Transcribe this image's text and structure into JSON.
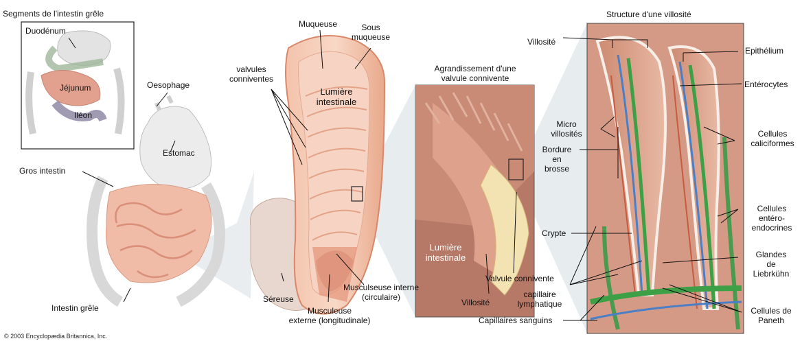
{
  "copyright": "© 2003 Encyclopædia Britannica, Inc.",
  "segments_panel": {
    "title": "Segments de l'intestin grêle",
    "duodenum": "Duodénum",
    "jejunum": "Jéjunum",
    "ileon": "Iléon"
  },
  "digestive": {
    "oesophage": "Oesophage",
    "estomac": "Estomac",
    "gros_intestin": "Gros intestin",
    "intestin_grele": "Intestin grêle"
  },
  "section": {
    "muqueuse": "Muqueuse",
    "sous_muqueuse_1": "Sous",
    "sous_muqueuse_2": "muqueuse",
    "valvules_1": "valvules",
    "valvules_2": "conniventes",
    "lumiere_1": "Lumière",
    "lumiere_2": "intestinale",
    "sereuse": "Séreuse",
    "musc_ext_1": "Musculeuse",
    "musc_ext_2": "externe (longitudinale)",
    "musc_int_1": "Musculseuse interne",
    "musc_int_2": "(circulaire)"
  },
  "valve_panel": {
    "title_1": "Agrandissement d'une",
    "title_2": "valvule connivente",
    "lumiere_1": "Lumière",
    "lumiere_2": "intestinale",
    "villosite": "Villosité",
    "valvule": "Valvule connivente"
  },
  "villus_panel": {
    "title": "Structure d'une villosité",
    "villosite": "Villosité",
    "micro_1": "Micro",
    "micro_2": "villosités",
    "bordure_1": "Bordure",
    "bordure_2": "en",
    "bordure_3": "brosse",
    "crypte": "Crypte",
    "capillaire_1": "capillaire",
    "capillaire_2": "lymphatique",
    "capillaires_sanguins": "Capillaires sanguins",
    "epithelium": "Epithélium",
    "enterocytes": "Entérocytes",
    "caliciformes_1": "Cellules",
    "caliciformes_2": "caliciformes",
    "entero_1": "Cellules",
    "entero_2": "entéro-",
    "entero_3": "endocrines",
    "glandes_1": "Glandes",
    "glandes_2": "de",
    "glandes_3": "Liebrkühn",
    "paneth_1": "Cellules de",
    "paneth_2": "Paneth"
  }
}
